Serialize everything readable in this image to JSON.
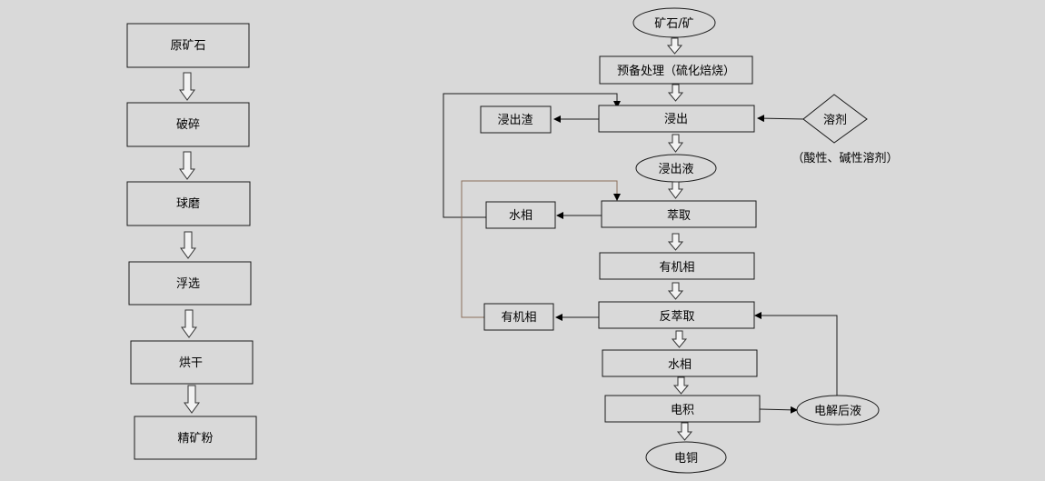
{
  "left_flow": {
    "steps": [
      "原矿石",
      "破碎",
      "球磨",
      "浮选",
      "烘干",
      "精矿粉"
    ]
  },
  "right_flow": {
    "ore": "矿石/矿",
    "pretreat": "预备处理（硫化焙烧）",
    "leach": "浸出",
    "leach_residue": "浸出渣",
    "solvent": "溶剂",
    "solvent_note": "（酸性、碱性溶剂）",
    "leachate": "浸出液",
    "extraction": "萃取",
    "aqueous_1": "水相",
    "organic_1": "有机相",
    "strip": "反萃取",
    "organic_2": "有机相",
    "aqueous_2": "水相",
    "electrowin": "电积",
    "spent_electrolyte": "电解后液",
    "copper": "电铜"
  },
  "colors": {
    "background": "#d9d9d9",
    "stroke": "#1a1a1a",
    "arrow_fill": "#f2f2f2",
    "return_line": "#8a6e5a"
  }
}
